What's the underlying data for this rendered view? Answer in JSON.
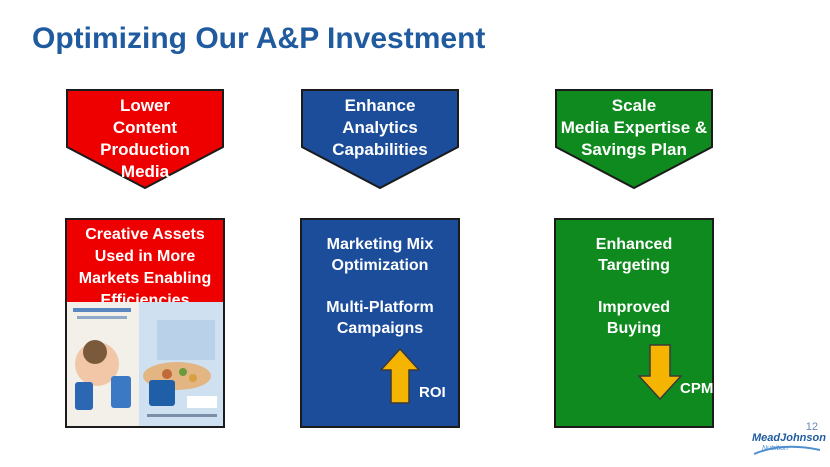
{
  "title": "Optimizing Our A&P Investment",
  "pillars": [
    {
      "header_lines": [
        "Lower",
        "Content",
        "Production",
        "Media"
      ],
      "body_lines": [
        "Creative Assets",
        "Used in More",
        "Markets Enabling",
        "Efficiencies"
      ],
      "color": "#ee0000"
    },
    {
      "header_lines": [
        "Enhance",
        "Analytics",
        "Capabilities"
      ],
      "body_lines": [
        "Marketing Mix",
        "Optimization",
        "",
        "Multi-Platform",
        "Campaigns"
      ],
      "indicator_label": "ROI",
      "indicator_direction": "up",
      "color": "#1b4d9b"
    },
    {
      "header_lines": [
        "Scale",
        "Media Expertise &",
        "Savings Plan"
      ],
      "body_lines": [
        "Enhanced",
        "Targeting",
        "",
        "Improved",
        "Buying"
      ],
      "indicator_label": "CPMs",
      "indicator_direction": "down",
      "color": "#0f8a1f"
    }
  ],
  "arrow_color": "#f5b400",
  "page_number": "12",
  "logo": {
    "brand": "MeadJohnson",
    "sub": "Nutrition"
  }
}
